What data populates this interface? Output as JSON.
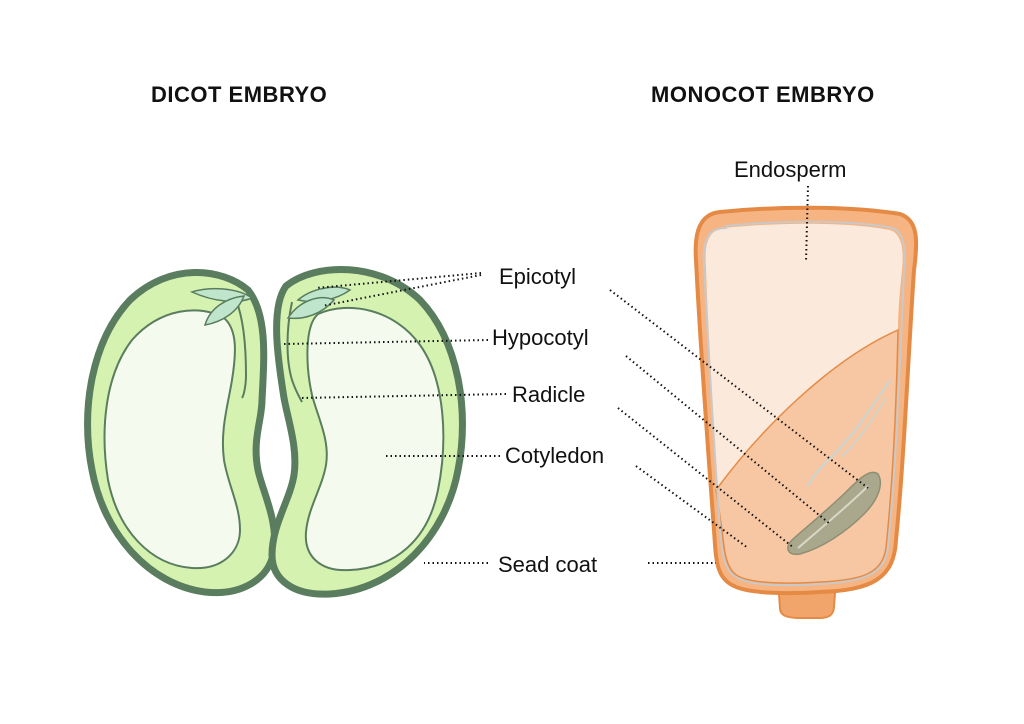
{
  "titles": {
    "dicot": "DICOT EMBRYO",
    "monocot": "MONOCOT EMBRYO"
  },
  "labels": {
    "epicotyl": "Epicotyl",
    "hypocotyl": "Hypocotyl",
    "radicle": "Radicle",
    "cotyledon": "Cotyledon",
    "seed_coat": "Sead coat",
    "endosperm": "Endosperm"
  },
  "colors": {
    "dicot_coat": "#5a7d5f",
    "dicot_fill": "#d6f2b0",
    "dicot_cotyledon": "#f5faee",
    "mono_coat": "#f2a56a",
    "mono_endosperm": "#fbe9dc",
    "mono_lower": "#f6c7a2",
    "mono_embryo": "#a9a88c"
  }
}
